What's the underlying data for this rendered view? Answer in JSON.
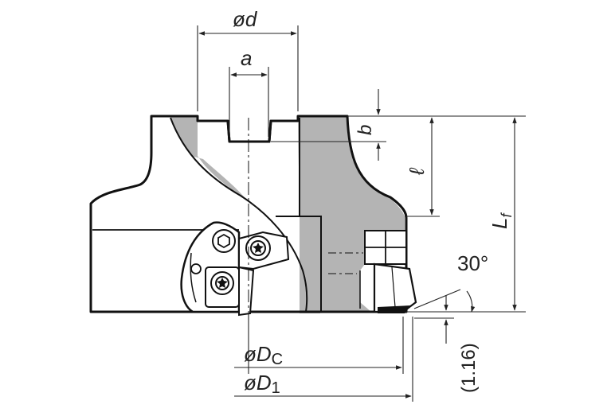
{
  "dimensions": {
    "shank_diameter": "ød",
    "keyway_width": "a",
    "keyway_depth": "b",
    "bore_length": "ℓ",
    "length_main": "L",
    "length_sub": "f",
    "cutting_diameter_prefix": "øD",
    "cutting_diameter_sub": "C",
    "outer_diameter_prefix": "øD",
    "outer_diameter_sub": "1",
    "lead_angle": "30°",
    "chamfer": "(1.16)"
  }
}
